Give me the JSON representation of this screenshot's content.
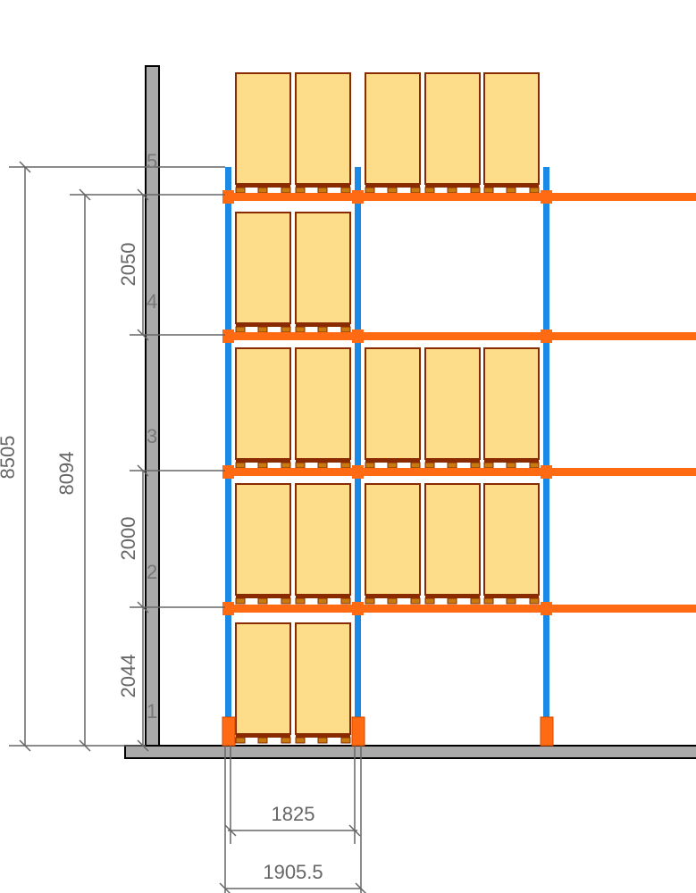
{
  "diagram": {
    "type": "pallet-rack-elevation",
    "dimensions": {
      "total_height": "8505",
      "top_beam_height": "8094",
      "level_4_to_5": "2050",
      "level_2_to_3": "2000",
      "level_1_to_2": "2044",
      "clear_bay_width": "1825",
      "bay_width_overall": "1905.5"
    },
    "levels": [
      "1",
      "2",
      "3",
      "4",
      "5"
    ],
    "colors": {
      "upright": "#1a8ae6",
      "beam": "#ff6a13",
      "load": "#fedd8a",
      "load_outline": "#8a2a00",
      "structure": "#aaaaaa",
      "dimension": "#666666"
    }
  }
}
